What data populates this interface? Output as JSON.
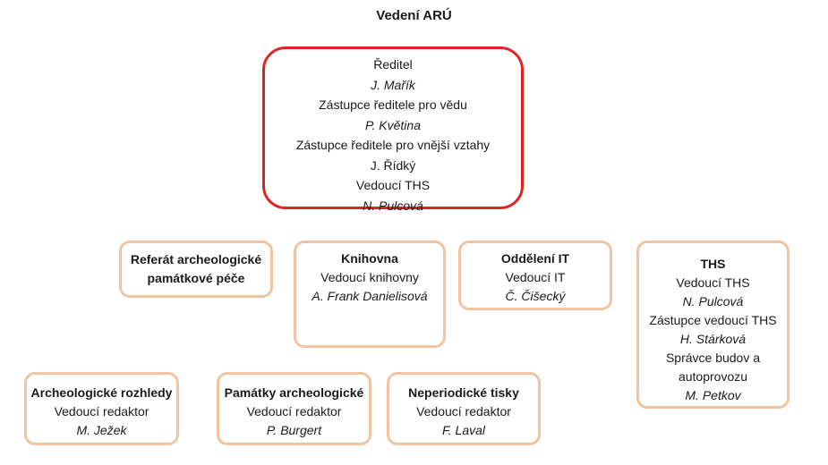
{
  "title": "Vedení ARÚ",
  "director_box": {
    "lines": [
      {
        "text": "Ředitel",
        "italic": false
      },
      {
        "text": "J. Mařík",
        "italic": true
      },
      {
        "text": "Zástupce ředitele pro vědu",
        "italic": false
      },
      {
        "text": "P. Květina",
        "italic": true
      },
      {
        "text": "Zástupce ředitele pro vnější vztahy",
        "italic": false
      },
      {
        "text": "J. Řídký",
        "italic": false
      },
      {
        "text": "Vedoucí THS",
        "italic": false
      },
      {
        "text": "N. Pulcová",
        "italic": true
      }
    ]
  },
  "referat": {
    "title_line1": "Referát archeologické",
    "title_line2": "památkové péče"
  },
  "knihovna": {
    "title": "Knihovna",
    "role": "Vedoucí knihovny",
    "name": "A. Frank Danielisová"
  },
  "it": {
    "title": "Oddělení IT",
    "role": "Vedoucí IT",
    "name": "Č. Čišecký"
  },
  "ths": {
    "title": "THS",
    "role1": "Vedoucí THS",
    "name1": "N. Pulcová",
    "role2": "Zástupce vedoucí THS",
    "name2": "H. Stárková",
    "role3_line1": "Správce budov a",
    "role3_line2": "autoprovozu",
    "name3": "M. Petkov"
  },
  "rozhledy": {
    "title": "Archeologické rozhledy",
    "role": "Vedoucí redaktor",
    "name": "M. Ježek"
  },
  "pamatky": {
    "title": "Památky archeologické",
    "role": "Vedoucí redaktor",
    "name": "P. Burgert"
  },
  "tisky": {
    "title": "Neperiodické tisky",
    "role": "Vedoucí redaktor",
    "name": "F. Laval"
  }
}
